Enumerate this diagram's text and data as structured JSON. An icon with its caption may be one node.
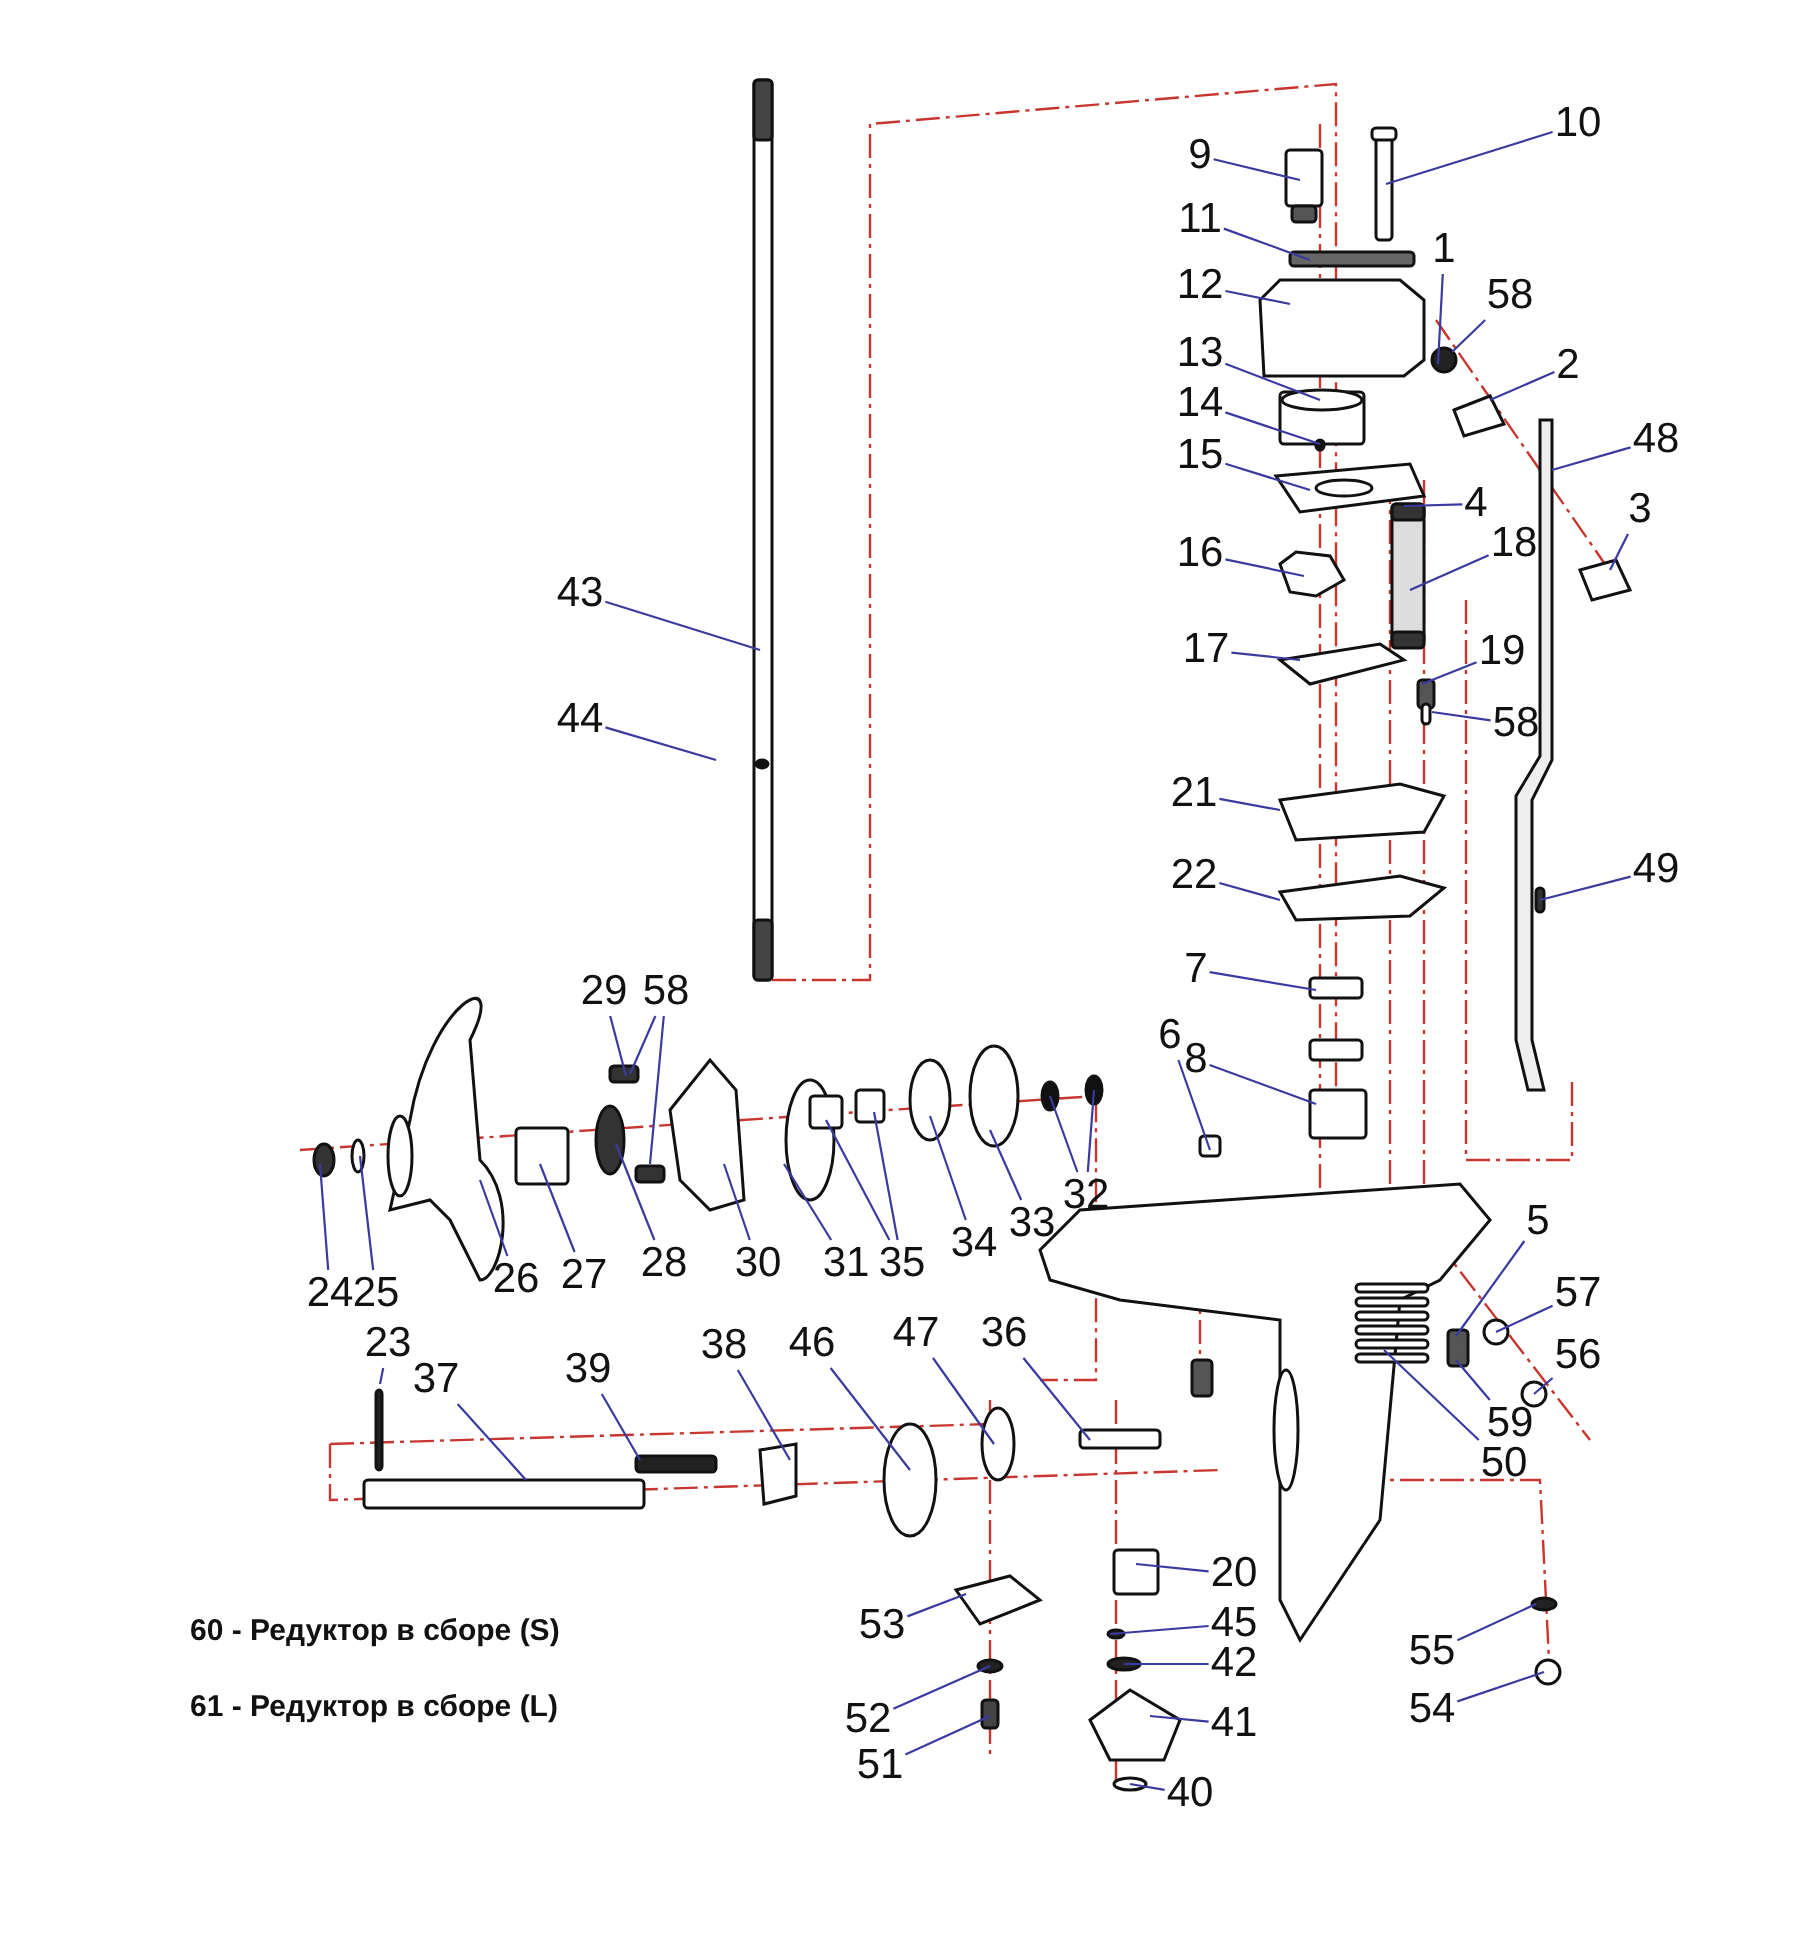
{
  "diagram": {
    "nodes": [
      {
        "text": [
          "10"
        ]
      },
      {
        "text": [
          "9"
        ]
      },
      {
        "text": [
          "11"
        ]
      },
      {
        "text": [
          "1"
        ]
      },
      {
        "text": [
          "12"
        ]
      },
      {
        "text": [
          "58"
        ]
      },
      {
        "text": [
          "2"
        ]
      },
      {
        "text": [
          "13"
        ]
      },
      {
        "text": [
          "14"
        ]
      },
      {
        "text": [
          "48"
        ]
      },
      {
        "text": [
          "15"
        ]
      },
      {
        "text": [
          "4"
        ]
      },
      {
        "text": [
          "3"
        ]
      },
      {
        "text": [
          "18"
        ]
      },
      {
        "text": [
          "16"
        ]
      },
      {
        "text": [
          "43"
        ]
      },
      {
        "text": [
          "17"
        ]
      },
      {
        "text": [
          "19"
        ]
      },
      {
        "text": [
          "58"
        ]
      },
      {
        "text": [
          "44"
        ]
      },
      {
        "text": [
          "21"
        ]
      },
      {
        "text": [
          "22"
        ]
      },
      {
        "text": [
          "49"
        ]
      },
      {
        "text": [
          "7"
        ]
      },
      {
        "text": [
          "29"
        ]
      },
      {
        "text": [
          "58"
        ]
      },
      {
        "text": [
          "6"
        ]
      },
      {
        "text": [
          "8"
        ]
      },
      {
        "text": [
          "32"
        ]
      },
      {
        "text": [
          "33"
        ]
      },
      {
        "text": [
          "34"
        ]
      },
      {
        "text": [
          "35"
        ]
      },
      {
        "text": [
          "31"
        ]
      },
      {
        "text": [
          "30"
        ]
      },
      {
        "text": [
          "28"
        ]
      },
      {
        "text": [
          "27"
        ]
      },
      {
        "text": [
          "26"
        ]
      },
      {
        "text": [
          "24"
        ]
      },
      {
        "text": [
          "25"
        ]
      },
      {
        "text": [
          "5"
        ]
      },
      {
        "text": [
          "57"
        ]
      },
      {
        "text": [
          "23"
        ]
      },
      {
        "text": [
          "56"
        ]
      },
      {
        "text": [
          "37"
        ]
      },
      {
        "text": [
          "39"
        ]
      },
      {
        "text": [
          "38"
        ]
      },
      {
        "text": [
          "46"
        ]
      },
      {
        "text": [
          "47"
        ]
      },
      {
        "text": [
          "36"
        ]
      },
      {
        "text": [
          "59"
        ]
      },
      {
        "text": [
          "50"
        ]
      },
      {
        "text": [
          "20"
        ]
      },
      {
        "text": [
          "53"
        ]
      },
      {
        "text": [
          "45"
        ]
      },
      {
        "text": [
          "55"
        ]
      },
      {
        "text": [
          "42"
        ]
      },
      {
        "text": [
          "52"
        ]
      },
      {
        "text": [
          "41"
        ]
      },
      {
        "text": [
          "54"
        ]
      },
      {
        "text": [
          "51"
        ]
      },
      {
        "text": [
          "40"
        ]
      }
    ],
    "edges": [
      {
        "from": 0,
        "to": null,
        "arrow": "none"
      },
      {
        "from": 1,
        "to": null,
        "arrow": "none"
      },
      {
        "from": 2,
        "to": null,
        "arrow": "none"
      },
      {
        "from": 3,
        "to": null,
        "arrow": "none"
      },
      {
        "from": 4,
        "to": null,
        "arrow": "none"
      },
      {
        "from": 5,
        "to": null,
        "arrow": "none"
      },
      {
        "from": 6,
        "to": null,
        "arrow": "none"
      },
      {
        "from": 7,
        "to": null,
        "arrow": "none"
      },
      {
        "from": 8,
        "to": null,
        "arrow": "none"
      },
      {
        "from": 9,
        "to": null,
        "arrow": "none"
      },
      {
        "from": 10,
        "to": null,
        "arrow": "none"
      },
      {
        "from": 11,
        "to": null,
        "arrow": "none"
      },
      {
        "from": 12,
        "to": null,
        "arrow": "none"
      },
      {
        "from": 13,
        "to": null,
        "arrow": "none"
      },
      {
        "from": 14,
        "to": null,
        "arrow": "none"
      },
      {
        "from": 15,
        "to": null,
        "arrow": "none"
      },
      {
        "from": 16,
        "to": null,
        "arrow": "none"
      },
      {
        "from": 17,
        "to": null,
        "arrow": "none"
      },
      {
        "from": 18,
        "to": null,
        "arrow": "none"
      },
      {
        "from": 19,
        "to": null,
        "arrow": "none"
      },
      {
        "from": 20,
        "to": null,
        "arrow": "none"
      },
      {
        "from": 21,
        "to": null,
        "arrow": "none"
      },
      {
        "from": 22,
        "to": null,
        "arrow": "none"
      },
      {
        "from": 23,
        "to": null,
        "arrow": "none"
      },
      {
        "from": 24,
        "to": null,
        "arrow": "none"
      },
      {
        "from": 25,
        "to": null,
        "arrow": "none"
      },
      {
        "from": 25,
        "to": null,
        "arrow": "none"
      },
      {
        "from": 26,
        "to": null,
        "arrow": "none"
      },
      {
        "from": 27,
        "to": null,
        "arrow": "none"
      },
      {
        "from": 28,
        "to": null,
        "arrow": "none"
      },
      {
        "from": 28,
        "to": null,
        "arrow": "none"
      },
      {
        "from": 29,
        "to": null,
        "arrow": "none"
      },
      {
        "from": 30,
        "to": null,
        "arrow": "none"
      },
      {
        "from": 31,
        "to": null,
        "arrow": "none"
      },
      {
        "from": 31,
        "to": null,
        "arrow": "none"
      },
      {
        "from": 32,
        "to": null,
        "arrow": "none"
      },
      {
        "from": 33,
        "to": null,
        "arrow": "none"
      },
      {
        "from": 34,
        "to": null,
        "arrow": "none"
      },
      {
        "from": 35,
        "to": null,
        "arrow": "none"
      },
      {
        "from": 36,
        "to": null,
        "arrow": "none"
      },
      {
        "from": 37,
        "to": null,
        "arrow": "none"
      },
      {
        "from": 38,
        "to": null,
        "arrow": "none"
      },
      {
        "from": 39,
        "to": null,
        "arrow": "none"
      },
      {
        "from": 40,
        "to": null,
        "arrow": "none"
      },
      {
        "from": 41,
        "to": null,
        "arrow": "none"
      },
      {
        "from": 42,
        "to": null,
        "arrow": "none"
      },
      {
        "from": 43,
        "to": null,
        "arrow": "none"
      },
      {
        "from": 44,
        "to": null,
        "arrow": "none"
      },
      {
        "from": 45,
        "to": null,
        "arrow": "none"
      },
      {
        "from": 46,
        "to": null,
        "arrow": "none"
      },
      {
        "from": 47,
        "to": null,
        "arrow": "none"
      },
      {
        "from": 48,
        "to": null,
        "arrow": "none"
      },
      {
        "from": 49,
        "to": null,
        "arrow": "none"
      },
      {
        "from": 50,
        "to": null,
        "arrow": "none"
      },
      {
        "from": 51,
        "to": null,
        "arrow": "none"
      },
      {
        "from": 52,
        "to": null,
        "arrow": "none"
      },
      {
        "from": 53,
        "to": null,
        "arrow": "none"
      },
      {
        "from": 54,
        "to": null,
        "arrow": "none"
      },
      {
        "from": 55,
        "to": null,
        "arrow": "none"
      },
      {
        "from": 56,
        "to": null,
        "arrow": "none"
      },
      {
        "from": 57,
        "to": null,
        "arrow": "none"
      },
      {
        "from": 58,
        "to": null,
        "arrow": "none"
      },
      {
        "from": 59,
        "to": null,
        "arrow": "none"
      },
      {
        "from": 60,
        "to": null,
        "arrow": "none"
      }
    ],
    "labels": [
      "60 - Редуктор в сборе (S)",
      "61 - Редуктор в сборе (L)"
    ]
  }
}
